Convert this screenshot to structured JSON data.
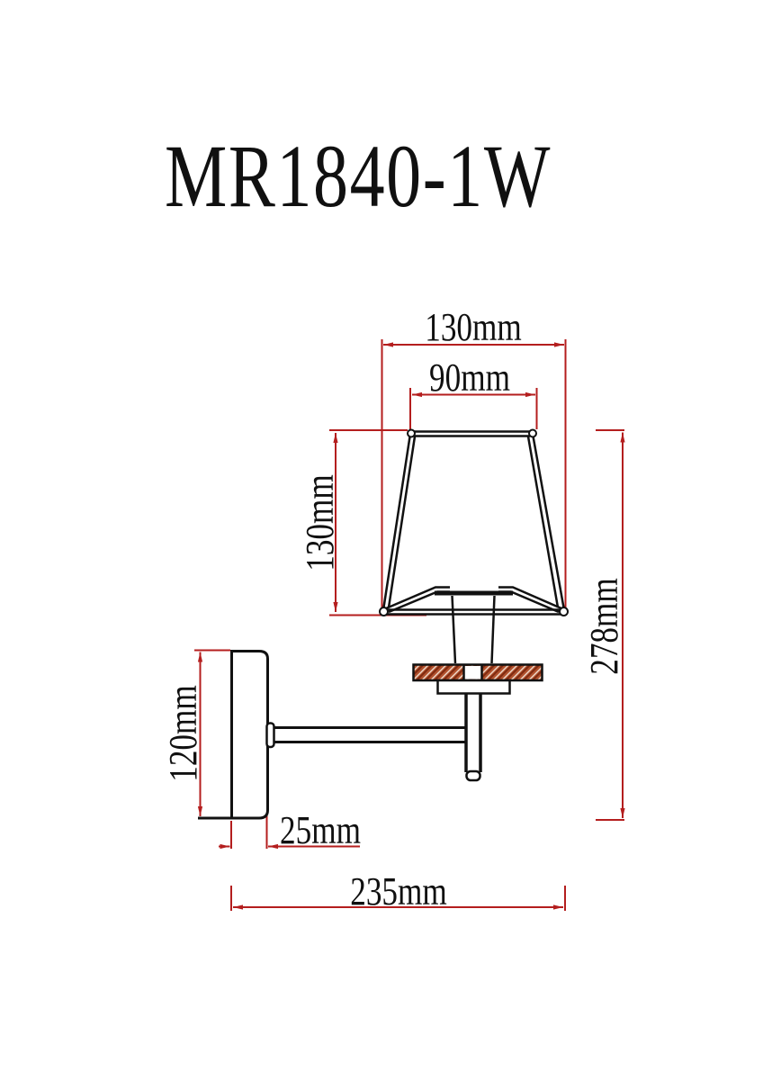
{
  "title": "MR1840-1W",
  "drawing": {
    "type": "technical dimension drawing",
    "subject": "single wall sconce lamp, side elevation",
    "dimension_color": "#b41e1e",
    "line_color": "#111111",
    "wood_ring_color": "#b0502c"
  },
  "dimensions": {
    "shade_bottom_width": "130mm",
    "shade_top_width": "90mm",
    "shade_height": "130mm",
    "overall_height": "278mm",
    "backplate_height": "120mm",
    "backplate_depth": "25mm",
    "overall_depth": "235mm"
  }
}
